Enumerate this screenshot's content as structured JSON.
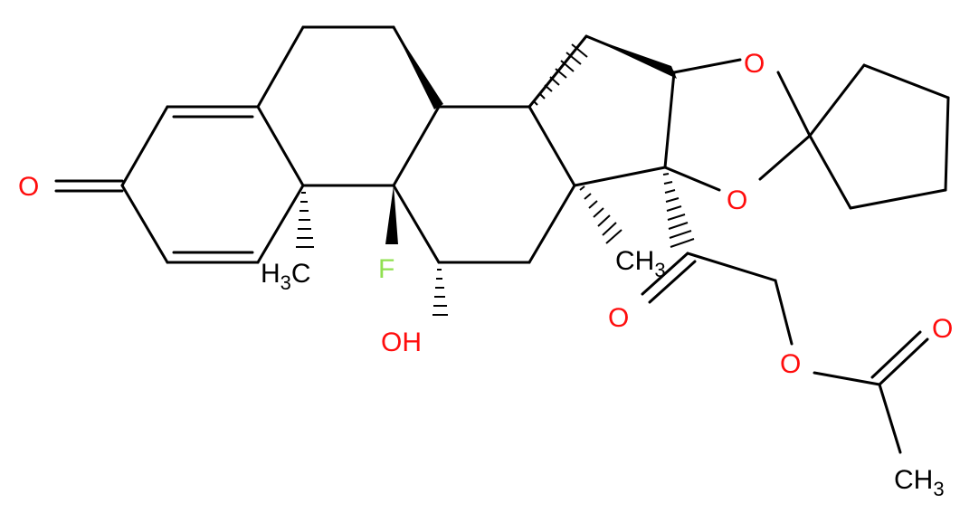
{
  "molecule": {
    "colors": {
      "bond": "#000000",
      "carbon_label": "#000000",
      "oxygen": "#ff0d0d",
      "fluorine": "#90e050"
    },
    "labels": {
      "ketone_o": "O",
      "methyl_10_main": "H",
      "methyl_10_sub": "3",
      "methyl_10_tail": "C",
      "fluorine": "F",
      "hydroxyl": "OH",
      "methyl_13_main": "CH",
      "methyl_13_sub": "3",
      "dioxolane_o_top": "O",
      "dioxolane_o_bottom": "O",
      "acyl_ketone_o": "O",
      "ester_o": "O",
      "ester_carbonyl_o": "O",
      "acetyl_methyl_main": "CH",
      "acetyl_methyl_sub": "3"
    }
  }
}
